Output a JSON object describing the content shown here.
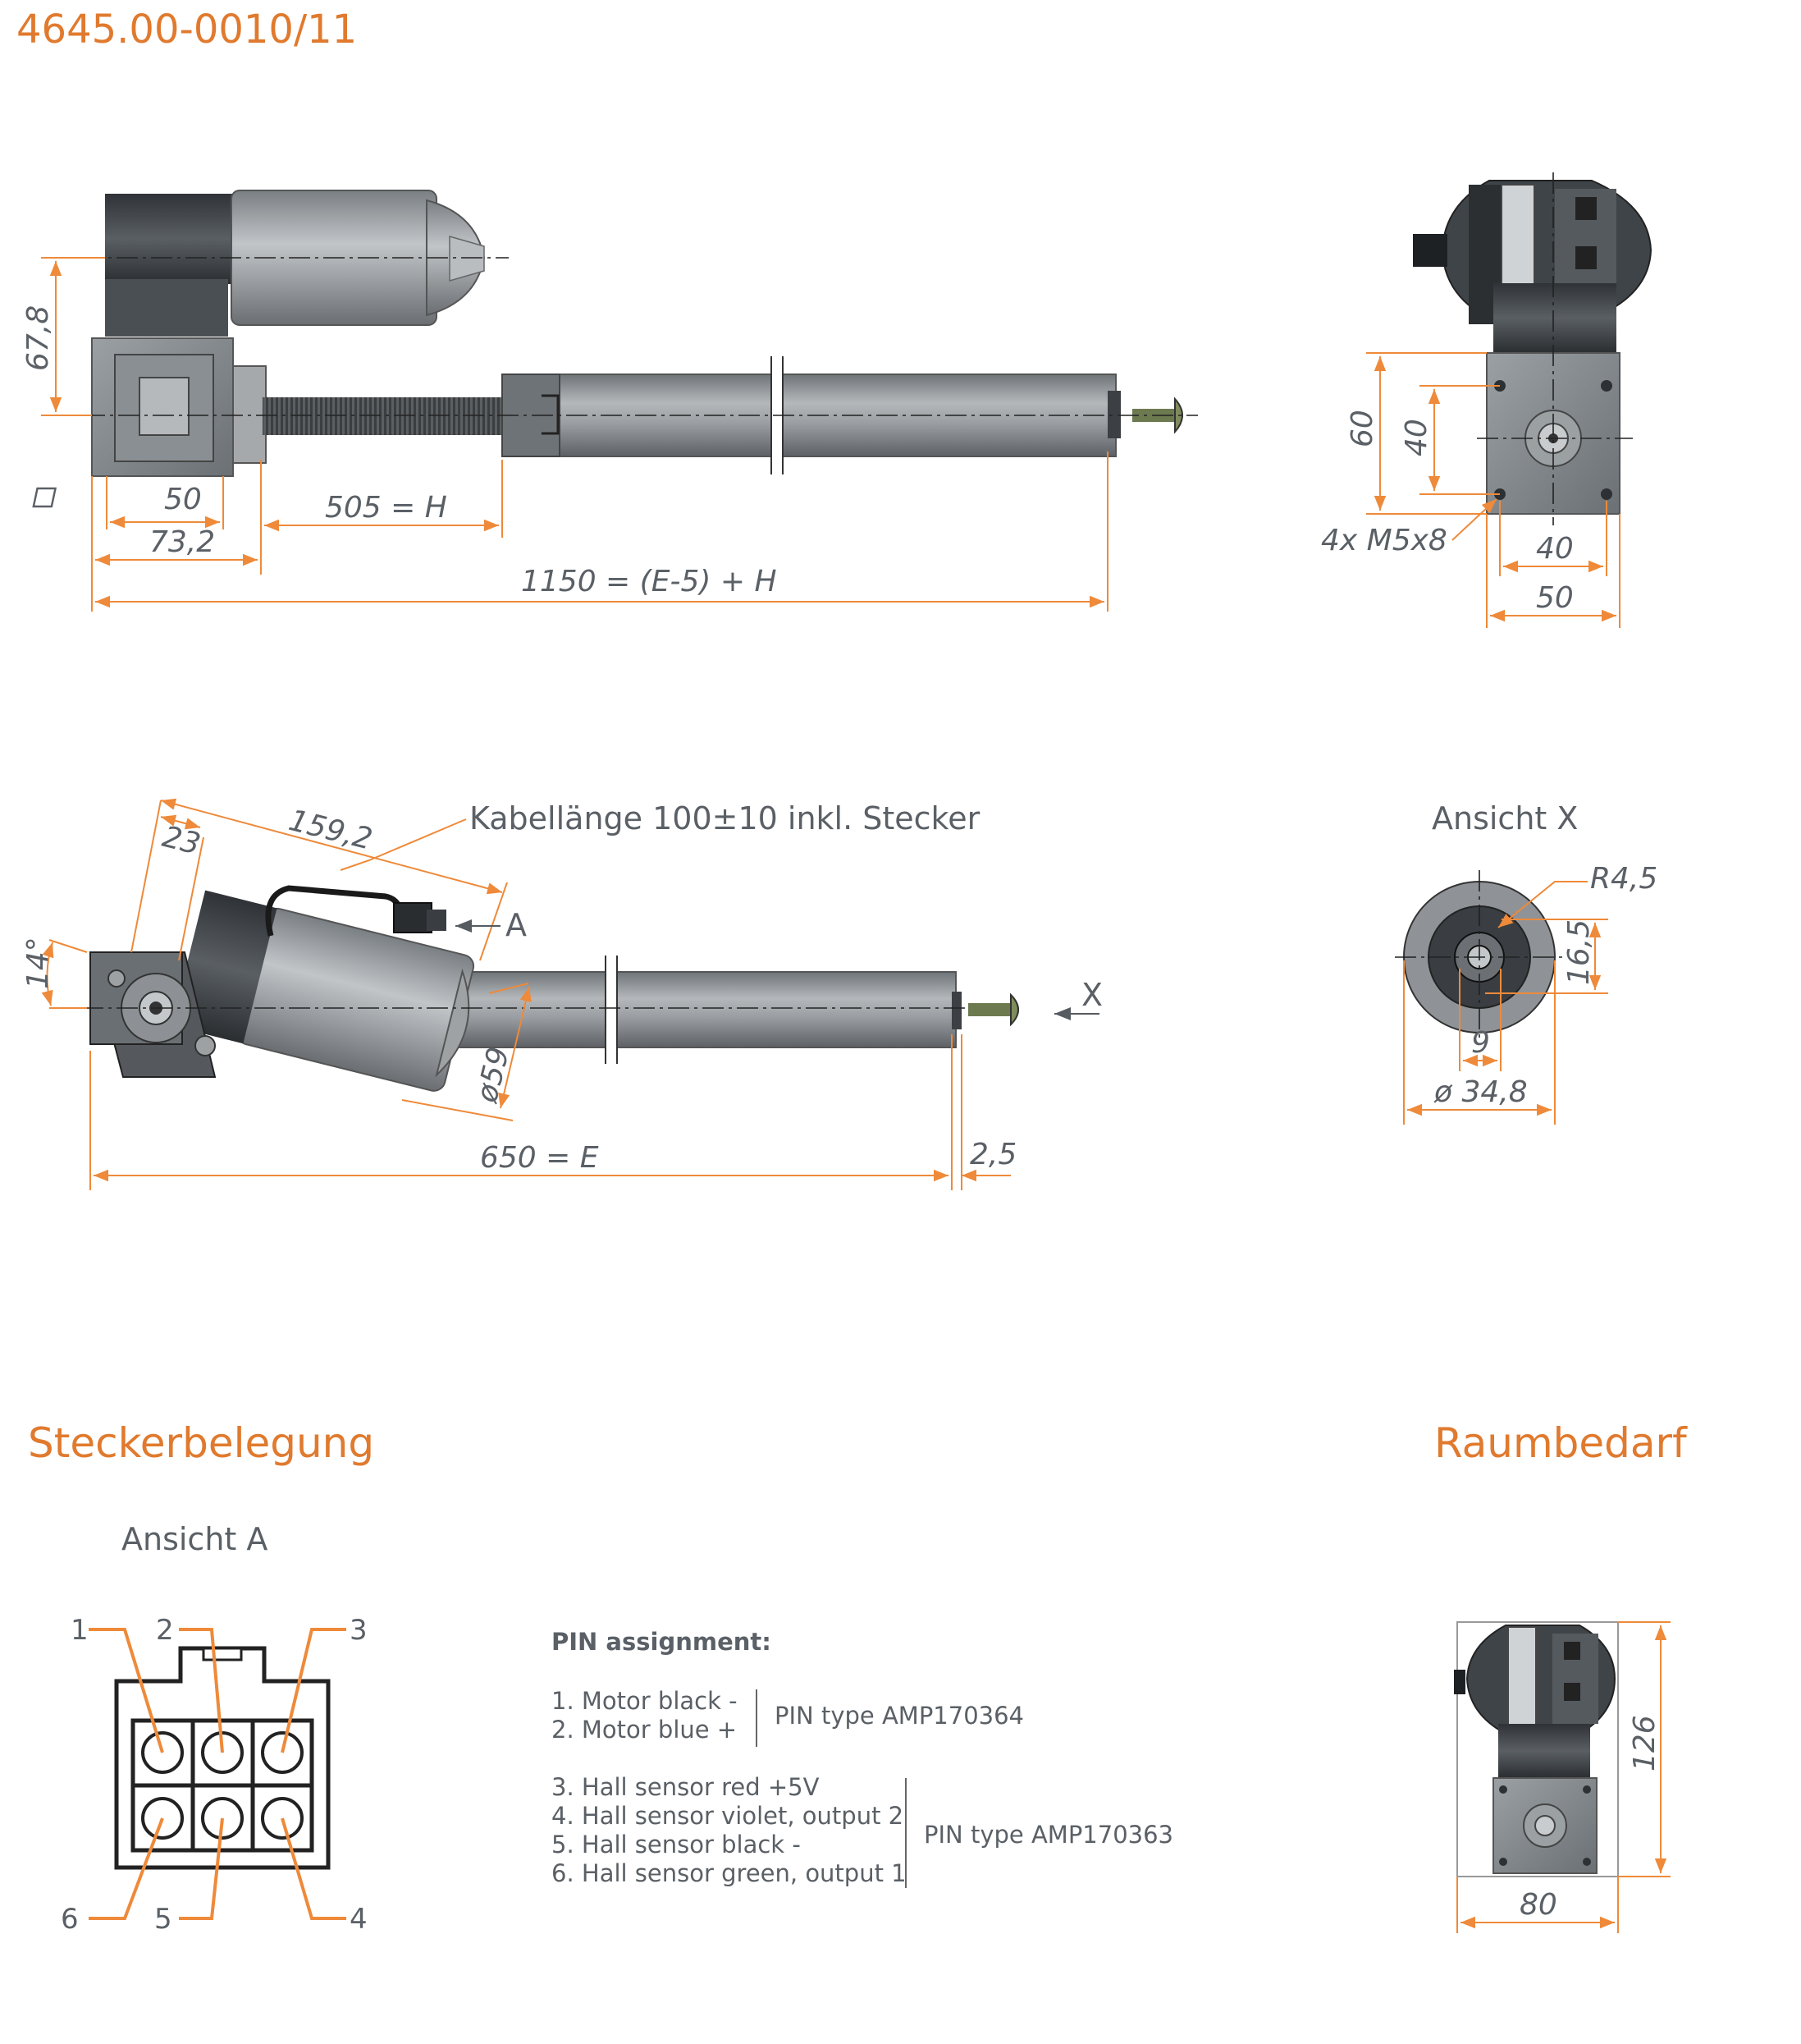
{
  "header": {
    "part_number": "4645.00-0010/11"
  },
  "colors": {
    "accent": "#e07a2e",
    "dimension_line": "#ee8a3a",
    "text": "#5a6066",
    "metal": "#8c9195",
    "dark": "#3d4246"
  },
  "view_top": {
    "dims": {
      "motor_height": "67,8",
      "square": "50",
      "gear_width": "73,2",
      "stroke": "505 = H",
      "total": "1150 = (E-5) + H"
    }
  },
  "view_end_top": {
    "dims": {
      "height_60": "60",
      "height_40": "40",
      "screws": "4x M5x8",
      "width_40": "40",
      "width_50": "50"
    }
  },
  "view_side": {
    "cable_note": "Kabellänge 100±10 inkl. Stecker",
    "view_marker_a": "A",
    "view_marker_x": "X",
    "dims": {
      "d23": "23",
      "d159": "159,2",
      "angle": "14°",
      "diam59": "ø59",
      "retracted": "650 = E",
      "offset": "2,5"
    }
  },
  "view_x": {
    "title": "Ansicht X",
    "dims": {
      "radius": "R4,5",
      "h16": "16,5",
      "w9": "9",
      "diam": "ø 34,8"
    }
  },
  "connector": {
    "section_title": "Steckerbelegung",
    "view_title": "Ansicht A",
    "pin_labels": [
      "1",
      "2",
      "3",
      "4",
      "5",
      "6"
    ]
  },
  "pin_assignment": {
    "heading": "PIN assignment:",
    "group1": {
      "lines": [
        "1. Motor black -",
        "2. Motor blue +"
      ],
      "type": "PIN type AMP170364"
    },
    "group2": {
      "lines": [
        "3. Hall sensor red +5V",
        "4. Hall sensor violet, output 2",
        "5. Hall sensor black -",
        "6. Hall sensor green, output 1"
      ],
      "type": "PIN type AMP170363"
    }
  },
  "space": {
    "section_title": "Raumbedarf",
    "dims": {
      "height": "126",
      "width": "80"
    }
  }
}
